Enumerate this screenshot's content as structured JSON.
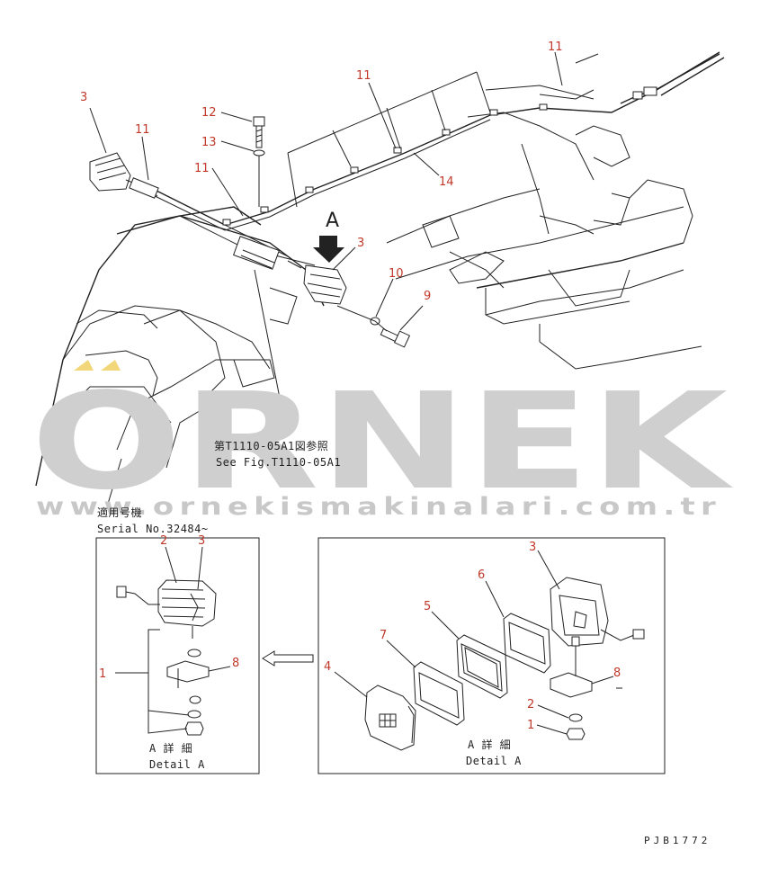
{
  "watermark": {
    "brand": "ORNEK",
    "url": "www.ornekismakinalari.com.tr"
  },
  "main_view": {
    "view_arrow_label": "A",
    "callouts": {
      "c3_left": "3",
      "c11_left": "11",
      "c12": "12",
      "c13": "13",
      "c11_mid": "11",
      "c11_top": "11",
      "c11_right": "11",
      "c14": "14",
      "c3_mid": "3",
      "c10": "10",
      "c9": "9"
    },
    "reference_jp": "第T1110-05A1図参照",
    "reference_en": "See Fig.T1110-05A1"
  },
  "serial": {
    "label_jp": "適用号機",
    "label_en": "Serial No.32484~"
  },
  "detail_left": {
    "callouts": {
      "c2": "2",
      "c3": "3",
      "c1": "1",
      "c8": "8"
    },
    "title_jp": "A 詳 細",
    "title_en": "Detail A"
  },
  "detail_right": {
    "callouts": {
      "c3": "3",
      "c6": "6",
      "c5": "5",
      "c7": "7",
      "c4": "4",
      "c8": "8",
      "c2": "2",
      "c1": "1"
    },
    "title_jp": "A 詳 細",
    "title_en": "Detail A"
  },
  "drawing_code": "PJB1772",
  "colors": {
    "callout": "#c0392b",
    "line": "#222222",
    "watermark": "#cfcfcf",
    "accent": "#f2d77a"
  }
}
